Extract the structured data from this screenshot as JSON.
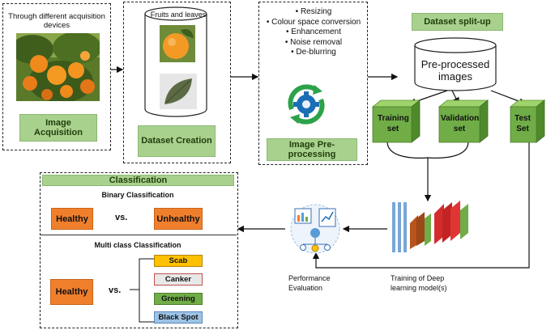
{
  "acquisition": {
    "caption": "Through different acquisition devices",
    "label": "Image Acquisition"
  },
  "dataset_creation": {
    "cylinder_label": "Fruits and leaves",
    "label": "Dataset Creation"
  },
  "preprocessing": {
    "steps": [
      "Resizing",
      "Colour space conversion",
      "Enhancement",
      "Noise removal",
      "De-blurring"
    ],
    "label": "Image Pre-processing"
  },
  "split": {
    "title": "Dataset split-up",
    "db_label": "Pre-processed images",
    "training": "Training set",
    "validation": "Validation set",
    "test": "Test Set"
  },
  "training": {
    "label": "Training of Deep learning model(s)"
  },
  "evaluation": {
    "label": "Performance Evaluation"
  },
  "classification": {
    "title": "Classification",
    "binary": {
      "title": "Binary Classification",
      "left": "Healthy",
      "vs": "vs.",
      "right": "Unhealthy"
    },
    "multi": {
      "title": "Multi class Classification",
      "left": "Healthy",
      "vs": "vs.",
      "classes": [
        "Scab",
        "Canker",
        "Greening",
        "Black Spot"
      ]
    }
  },
  "colors": {
    "green_label": "#a9d18e",
    "orange": "#f07f2c",
    "cube_green": "#70ad47",
    "scab": "#ffc000",
    "canker": "#d9d9d9",
    "greening": "#70ad47",
    "black_spot": "#9dc3e6"
  }
}
